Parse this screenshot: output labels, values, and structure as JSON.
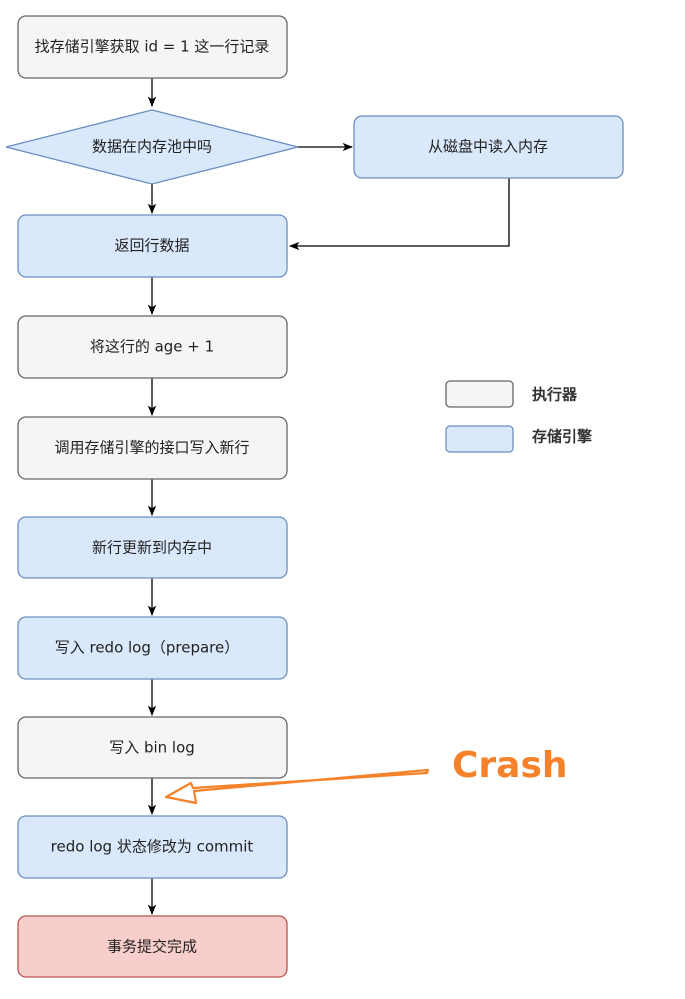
{
  "nodes": {
    "n1": {
      "label": "找存储引擎获取 id = 1 这一行记录",
      "role": "executor"
    },
    "decision": {
      "label": "数据在内存池中吗",
      "role": "engine"
    },
    "disk": {
      "label": "从磁盘中读入内存",
      "role": "engine"
    },
    "n2": {
      "label": "返回行数据",
      "role": "engine"
    },
    "n3": {
      "label": "将这行的 age + 1",
      "role": "executor"
    },
    "n4": {
      "label": "调用存储引擎的接口写入新行",
      "role": "executor"
    },
    "n5": {
      "label": "新行更新到内存中",
      "role": "engine"
    },
    "n6": {
      "label": "写入 redo log（prepare）",
      "role": "engine"
    },
    "n7": {
      "label": "写入 bin log",
      "role": "executor"
    },
    "n8": {
      "label": "redo log 状态修改为 commit",
      "role": "engine"
    },
    "n9": {
      "label": "事务提交完成",
      "role": "done"
    }
  },
  "legend": {
    "executor": "执行器",
    "engine": "存储引擎"
  },
  "annotation": {
    "crash": "Crash"
  },
  "colors": {
    "executor_fill": "#f5f5f5",
    "executor_stroke": "#666666",
    "engine_fill": "#dae8fc",
    "engine_stroke": "#6c8ebf",
    "done_fill": "#f8cecc",
    "done_stroke": "#b85450",
    "crash": "#f5822a",
    "edge": "#000000"
  }
}
